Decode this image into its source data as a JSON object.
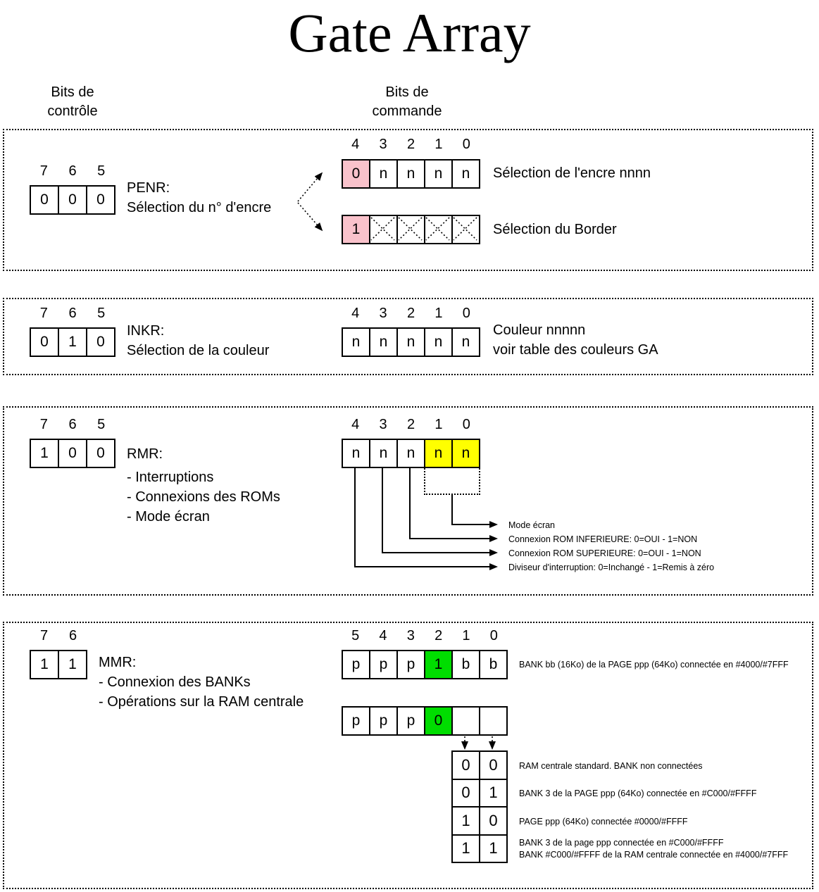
{
  "title": "Gate Array",
  "headers": {
    "control": [
      "Bits de",
      "contrôle"
    ],
    "command": [
      "Bits de",
      "commande"
    ]
  },
  "colors": {
    "pink": "#f9c2cb",
    "yellow": "#ffff00",
    "green": "#00dd00"
  },
  "sections": {
    "penr": {
      "ctrl_bits": [
        "7",
        "6",
        "5"
      ],
      "ctrl_vals": [
        "0",
        "0",
        "0"
      ],
      "reg_name": "PENR:",
      "reg_desc": "Sélection du n° d'encre",
      "cmd_bits": [
        "4",
        "3",
        "2",
        "1",
        "0"
      ],
      "row1_vals": [
        "0",
        "n",
        "n",
        "n",
        "n"
      ],
      "row1_label": "Sélection de l'encre nnnn",
      "row2_val0": "1",
      "row2_label": "Sélection du Border"
    },
    "inkr": {
      "ctrl_bits": [
        "7",
        "6",
        "5"
      ],
      "ctrl_vals": [
        "0",
        "1",
        "0"
      ],
      "reg_name": "INKR:",
      "reg_desc": "Sélection de la couleur",
      "cmd_bits": [
        "4",
        "3",
        "2",
        "1",
        "0"
      ],
      "cmd_vals": [
        "n",
        "n",
        "n",
        "n",
        "n"
      ],
      "label_line1": "Couleur nnnnn",
      "label_line2": "voir table des couleurs GA"
    },
    "rmr": {
      "ctrl_bits": [
        "7",
        "6",
        "5"
      ],
      "ctrl_vals": [
        "1",
        "0",
        "0"
      ],
      "reg_name": "RMR:",
      "bullets": [
        "- Interruptions",
        "- Connexions des ROMs",
        "- Mode écran"
      ],
      "cmd_bits": [
        "4",
        "3",
        "2",
        "1",
        "0"
      ],
      "cmd_vals": [
        "n",
        "n",
        "n",
        "n",
        "n"
      ],
      "arrows": [
        "Mode écran",
        "Connexion ROM INFERIEURE: 0=OUI - 1=NON",
        "Connexion ROM SUPERIEURE: 0=OUI - 1=NON",
        "Diviseur d'interruption: 0=Inchangé - 1=Remis à zéro"
      ]
    },
    "mmr": {
      "ctrl_bits": [
        "7",
        "6"
      ],
      "ctrl_vals": [
        "1",
        "1"
      ],
      "reg_name": "MMR:",
      "bullets": [
        "- Connexion des BANKs",
        "- Opérations sur la RAM centrale"
      ],
      "cmd_bits": [
        "5",
        "4",
        "3",
        "2",
        "1",
        "0"
      ],
      "row1_vals": [
        "p",
        "p",
        "p",
        "1",
        "b",
        "b"
      ],
      "row1_label": "BANK bb (16Ko) de la PAGE ppp (64Ko) connectée en #4000/#7FFF",
      "row2_vals": [
        "p",
        "p",
        "p",
        "0",
        "",
        ""
      ],
      "table": [
        {
          "b1": "0",
          "b0": "0",
          "lines": [
            "RAM centrale standard. BANK non connectées"
          ]
        },
        {
          "b1": "0",
          "b0": "1",
          "lines": [
            "BANK 3 de la PAGE ppp (64Ko) connectée en #C000/#FFFF"
          ]
        },
        {
          "b1": "1",
          "b0": "0",
          "lines": [
            "PAGE ppp (64Ko) connectée #0000/#FFFF"
          ]
        },
        {
          "b1": "1",
          "b0": "1",
          "lines": [
            "BANK 3 de la page ppp connectée en #C000/#FFFF",
            "BANK #C000/#FFFF de la RAM centrale connectée en #4000/#7FFF"
          ]
        }
      ]
    }
  }
}
